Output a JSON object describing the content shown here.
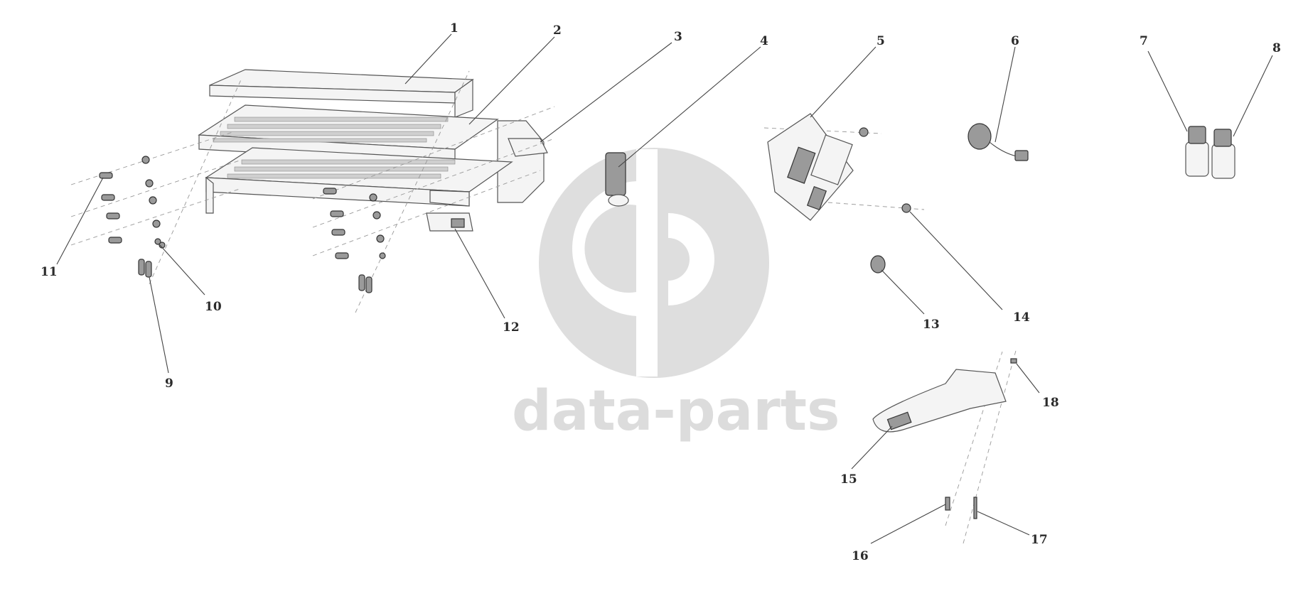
{
  "watermark": {
    "text": "data-parts",
    "color": "#dcdcdc"
  },
  "callouts": [
    {
      "id": "1"
    },
    {
      "id": "2"
    },
    {
      "id": "3"
    },
    {
      "id": "4"
    },
    {
      "id": "5"
    },
    {
      "id": "6"
    },
    {
      "id": "7"
    },
    {
      "id": "8"
    },
    {
      "id": "9"
    },
    {
      "id": "10"
    },
    {
      "id": "11"
    },
    {
      "id": "12"
    },
    {
      "id": "13"
    },
    {
      "id": "14"
    },
    {
      "id": "15"
    },
    {
      "id": "16"
    },
    {
      "id": "17"
    },
    {
      "id": "18"
    }
  ],
  "colors": {
    "line": "#444444",
    "label": "#2b2b2b",
    "part_fill": "#f4f4f4"
  }
}
